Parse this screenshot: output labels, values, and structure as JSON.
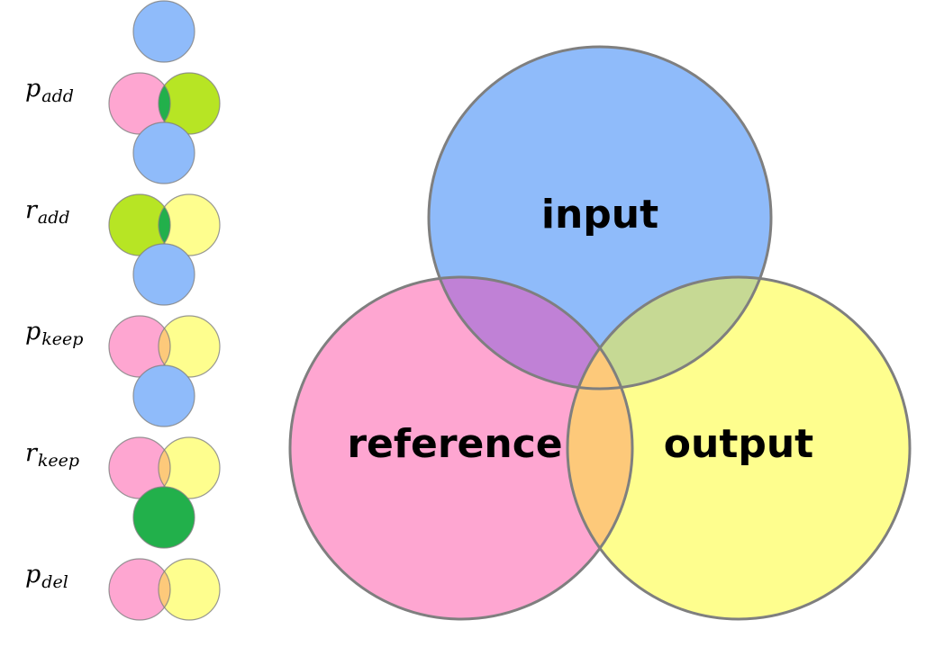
{
  "colors": {
    "input": "#8fbbfa",
    "reference": "#fea6d1",
    "output": "#fefe8e",
    "input_reference": "#c081d6",
    "input_output": "#c6d994",
    "reference_output": "#fdc97a",
    "highlight_outer": "#b7e524",
    "highlight_center": "#22b04b",
    "outline": "#7f7f7f"
  },
  "main_diagram": {
    "labels": {
      "input": "input",
      "reference": "reference",
      "output": "output"
    }
  },
  "metrics": [
    {
      "symbol": "p",
      "subscript": "add",
      "highlight": "output_only"
    },
    {
      "symbol": "r",
      "subscript": "add",
      "highlight": "reference_only"
    },
    {
      "symbol": "p",
      "subscript": "keep",
      "highlight": "input_output_only"
    },
    {
      "symbol": "r",
      "subscript": "keep",
      "highlight": "input_reference_only"
    },
    {
      "symbol": "p",
      "subscript": "del",
      "highlight": "input_only"
    }
  ]
}
